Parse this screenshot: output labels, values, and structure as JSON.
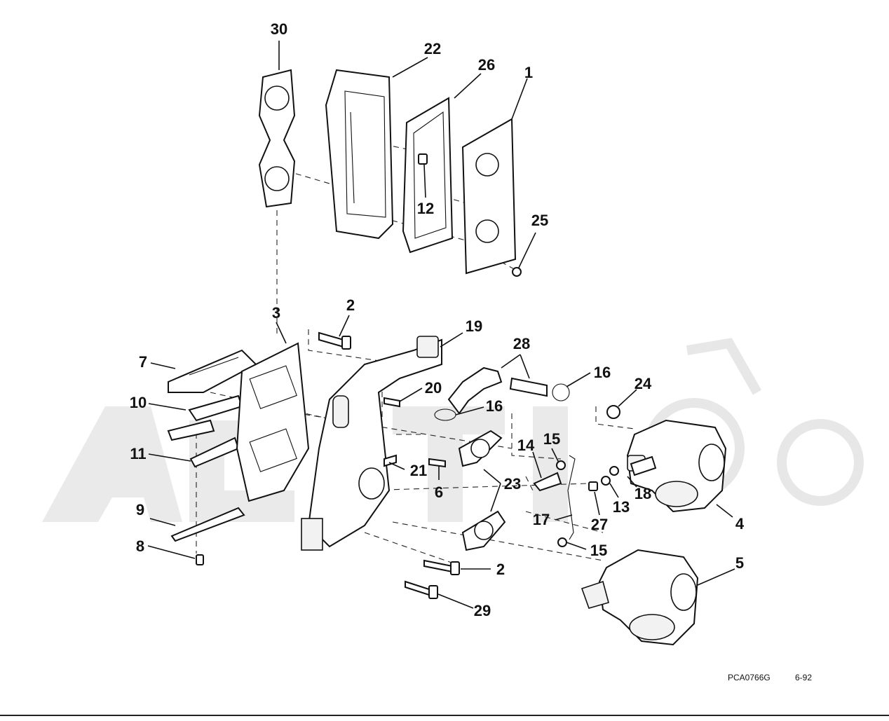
{
  "diagram": {
    "part_labels": [
      "30",
      "22",
      "26",
      "1",
      "12",
      "25",
      "3",
      "2",
      "19",
      "28",
      "16",
      "24",
      "7",
      "10",
      "11",
      "20",
      "16",
      "9",
      "8",
      "21",
      "6",
      "14",
      "15",
      "23",
      "18",
      "13",
      "27",
      "4",
      "17",
      "15",
      "2",
      "5",
      "29"
    ],
    "footer": {
      "code": "PCA0766G",
      "date": "6-92"
    },
    "colors": {
      "ink": "#111111",
      "background": "#ffffff",
      "watermark": "#d9d9d9"
    }
  }
}
